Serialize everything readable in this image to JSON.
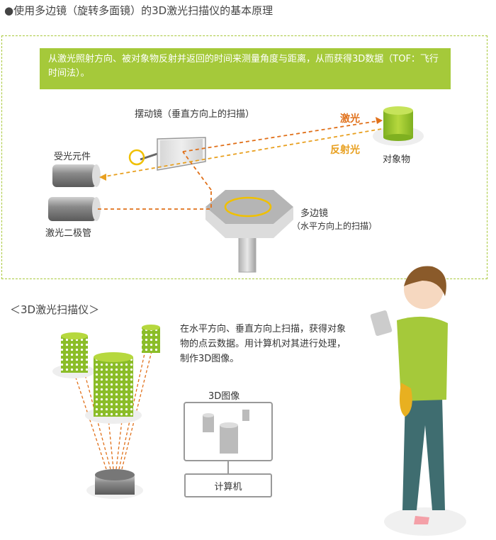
{
  "title": "●使用多边镜（旋转多面镜）的3D激光扫描仪的基本原理",
  "info": "从激光照射方向、被对象物反射并返回的时间来测量角度与距离，从而获得3D数据（TOF：飞行时间法）。",
  "labels": {
    "swing_mirror": "摆动镜（垂直方向上的扫描）",
    "laser": "激光",
    "reflected": "反射光",
    "object": "对象物",
    "receiver": "受光元件",
    "laser_diode": "激光二极管",
    "polygon_mirror": "多边镜",
    "polygon_sub": "（水平方向上的扫描）"
  },
  "scanner": {
    "title": "＜3D激光扫描仪＞",
    "description": "在水平方向、垂直方向上扫描，获得对象物的点云数据。用计算机对其进行处理，制作3D图像。",
    "image_label": "3D图像",
    "computer_label": "计算机"
  },
  "colors": {
    "green": "#a5c93a",
    "laser_orange": "#e0701a",
    "reflect_yellow": "#e8a020",
    "gray": "#888888"
  }
}
